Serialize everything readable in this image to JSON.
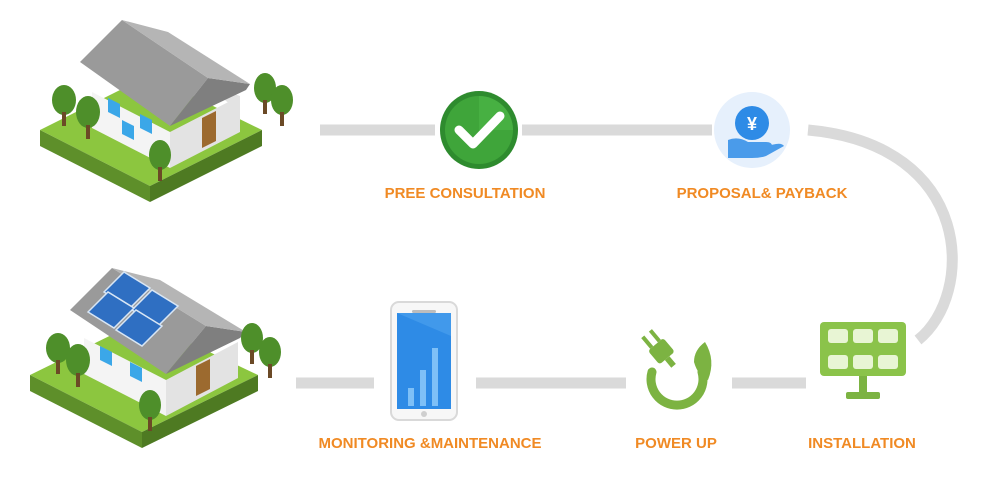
{
  "colors": {
    "label": "#F08A24",
    "connector": "#DADADA",
    "check_green": "#3E9E36",
    "panel_green": "#8BC34A",
    "plug_green": "#7CB342",
    "phone_blue": "#2E8BE6"
  },
  "steps": [
    {
      "label": "PREE CONSULTATION",
      "icon": "check-icon"
    },
    {
      "label": "PROPOSAL& PAYBACK",
      "icon": "yen-coin-hand-icon"
    },
    {
      "label": "INSTALLATION",
      "icon": "solar-panel-icon"
    },
    {
      "label": "POWER UP",
      "icon": "plug-leaf-icon"
    },
    {
      "label": "MONITORING &MAINTENANCE",
      "icon": "smartphone-chart-icon"
    }
  ],
  "houses": [
    {
      "icon": "house-icon"
    },
    {
      "icon": "house-with-solar-panels-icon"
    }
  ],
  "coin_symbol": "¥"
}
